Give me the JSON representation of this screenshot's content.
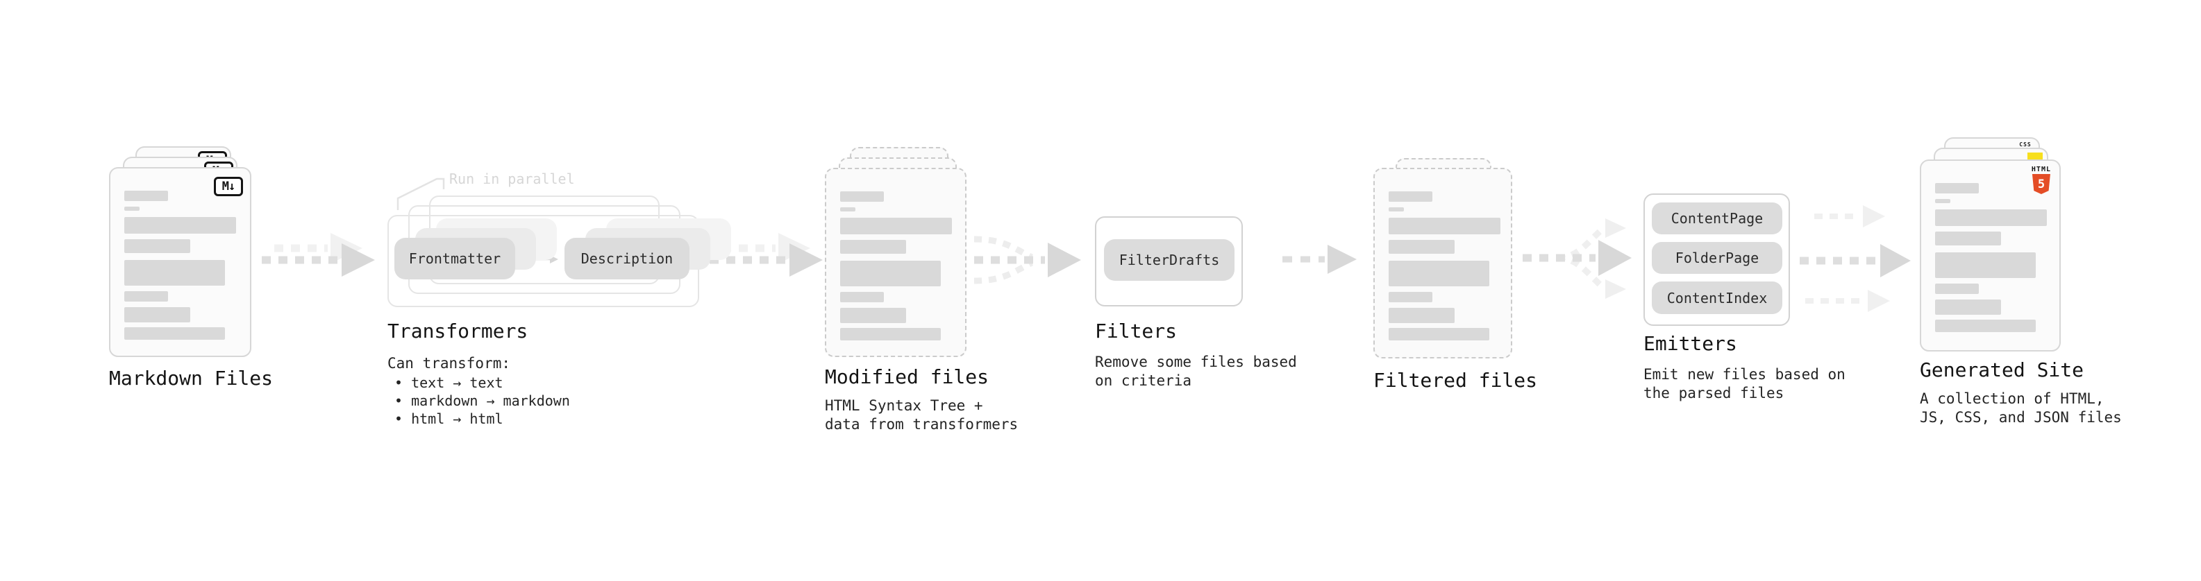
{
  "diagram": {
    "markdown": {
      "label": "Markdown Files",
      "badge": "M↓"
    },
    "transformers": {
      "heading": "Transformers",
      "callout": "Run in parallel",
      "pill_left": "Frontmatter",
      "pill_right": "Description",
      "caption_title": "Can transform:",
      "bullets": [
        "• text → text",
        "• markdown → markdown",
        "• html → html"
      ]
    },
    "modified": {
      "label": "Modified files",
      "caption": [
        "HTML Syntax Tree +",
        "data from transformers"
      ]
    },
    "filters": {
      "heading": "Filters",
      "pill": "FilterDrafts",
      "caption": [
        "Remove some files based",
        "on criteria"
      ]
    },
    "filtered": {
      "label": "Filtered files"
    },
    "emitters": {
      "heading": "Emitters",
      "pills": [
        "ContentPage",
        "FolderPage",
        "ContentIndex"
      ],
      "caption": [
        "Emit new files based on",
        "the parsed files"
      ]
    },
    "site": {
      "label": "Generated Site",
      "caption": [
        "A collection of HTML,",
        "JS, CSS, and JSON files"
      ],
      "css_badge": "CSS",
      "html_badge_text": "HTML",
      "html_badge_number": "5"
    }
  },
  "colors": {
    "background": "#ffffff",
    "card_fill": "#fbfbfb",
    "card_border": "#d7d7d7",
    "placeholder_bar": "#d9d9d9",
    "pill_fill": "#dcdcdc",
    "arrow": "#dcdcdc",
    "arrow_light": "#f0f0f0",
    "html5_orange": "#e44d26",
    "js_yellow": "#f7df1e",
    "css_blue": "#2962ff"
  }
}
